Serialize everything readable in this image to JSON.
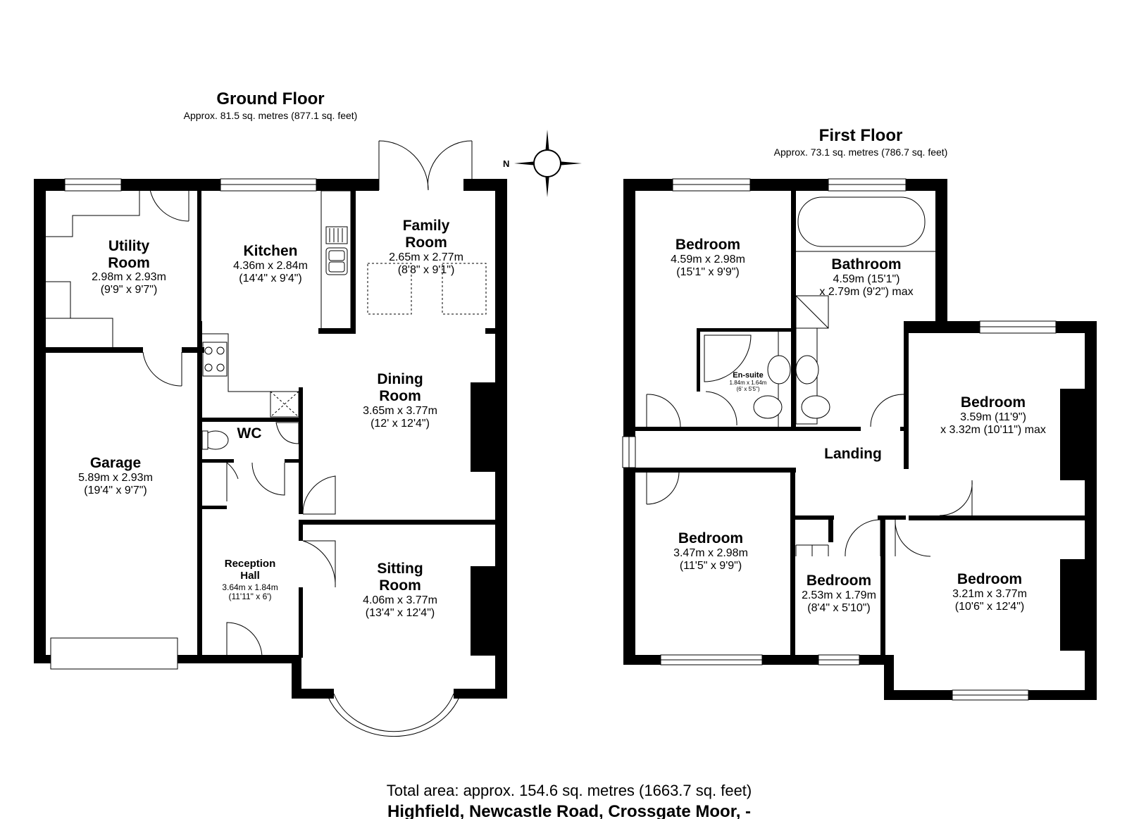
{
  "ground_floor": {
    "title": "Ground Floor",
    "area": "Approx. 81.5 sq. metres (877.1 sq. feet)",
    "rooms": {
      "utility": {
        "name": [
          "Utility",
          "Room"
        ],
        "dims": [
          "2.98m x 2.93m",
          "(9'9\" x 9'7\")"
        ]
      },
      "kitchen": {
        "name": [
          "Kitchen"
        ],
        "dims": [
          "4.36m x 2.84m",
          "(14'4\" x 9'4\")"
        ]
      },
      "family": {
        "name": [
          "Family",
          "Room"
        ],
        "dims": [
          "2.65m x 2.77m",
          "(8'8\" x 9'1\")"
        ]
      },
      "dining": {
        "name": [
          "Dining",
          "Room"
        ],
        "dims": [
          "3.65m x 3.77m",
          "(12' x 12'4\")"
        ]
      },
      "garage": {
        "name": [
          "Garage"
        ],
        "dims": [
          "5.89m x 2.93m",
          "(19'4\" x 9'7\")"
        ]
      },
      "wc": {
        "name": [
          "WC"
        ],
        "dims": []
      },
      "reception": {
        "name": [
          "Reception",
          "Hall"
        ],
        "dims": [
          "3.64m x 1.84m",
          "(11'11\" x 6')"
        ]
      },
      "sitting": {
        "name": [
          "Sitting",
          "Room"
        ],
        "dims": [
          "4.06m x 3.77m",
          "(13'4\" x 12'4\")"
        ]
      }
    }
  },
  "first_floor": {
    "title": "First Floor",
    "area": "Approx. 73.1 sq. metres (786.7 sq. feet)",
    "rooms": {
      "bed1": {
        "name": [
          "Bedroom"
        ],
        "dims": [
          "4.59m x 2.98m",
          "(15'1\" x 9'9\")"
        ]
      },
      "bathroom": {
        "name": [
          "Bathroom"
        ],
        "dims": [
          "4.59m (15'1\")",
          "x 2.79m (9'2\") max"
        ]
      },
      "ensuite": {
        "name": [
          "En-suite"
        ],
        "dims": [
          "1.84m x 1.64m",
          "(6' x 5'5\")"
        ]
      },
      "bed2": {
        "name": [
          "Bedroom"
        ],
        "dims": [
          "3.59m (11'9\")",
          "x 3.32m (10'11\") max"
        ]
      },
      "landing": {
        "name": [
          "Landing"
        ],
        "dims": []
      },
      "bed3": {
        "name": [
          "Bedroom"
        ],
        "dims": [
          "3.47m x 2.98m",
          "(11'5\" x 9'9\")"
        ]
      },
      "bed4": {
        "name": [
          "Bedroom"
        ],
        "dims": [
          "2.53m x 1.79m",
          "(8'4\" x 5'10\")"
        ]
      },
      "bed5": {
        "name": [
          "Bedroom"
        ],
        "dims": [
          "3.21m x 3.77m",
          "(10'6\" x 12'4\")"
        ]
      }
    }
  },
  "compass": {
    "label": "N"
  },
  "total_area": "Total area: approx. 154.6 sq. metres (1663.7 sq. feet)",
  "address": "Highfield, Newcastle Road, Crossgate Moor, -"
}
